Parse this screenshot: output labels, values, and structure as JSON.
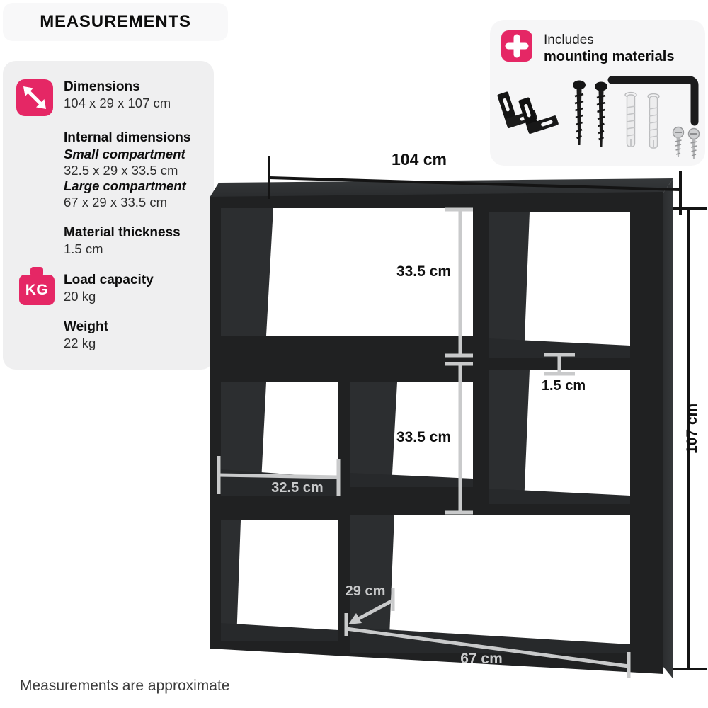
{
  "header": {
    "title": "MEASUREMENTS"
  },
  "sidebar": {
    "dimensions": {
      "label": "Dimensions",
      "value": "104 x 29 x 107 cm"
    },
    "internal": {
      "label": "Internal dimensions",
      "small_label": "Small compartment",
      "small_value": "32.5 x 29 x 33.5 cm",
      "large_label": "Large compartment",
      "large_value": "67 x 29 x 33.5 cm"
    },
    "material": {
      "label": "Material thickness",
      "value": "1.5 cm"
    },
    "load": {
      "label": "Load capacity",
      "value": "20 kg"
    },
    "weight": {
      "label": "Weight",
      "value": "22 kg"
    },
    "kg_icon_text": "KG"
  },
  "mounting": {
    "line1": "Includes",
    "line2": "mounting materials",
    "hardware_icons": [
      "corner-bracket",
      "corner-bracket",
      "screw",
      "screw",
      "wall-plug",
      "wall-plug",
      "allen-key",
      "small-screw",
      "small-screw"
    ]
  },
  "diagram": {
    "overall_width": "104 cm",
    "overall_height": "107 cm",
    "top_compartment_height": "33.5 cm",
    "middle_compartment_height": "33.5 cm",
    "material_thickness": "1.5 cm",
    "small_compartment_width": "32.5 cm",
    "depth": "29 cm",
    "large_compartment_width": "67 cm"
  },
  "footer": {
    "note": "Measurements are approximate"
  },
  "colors": {
    "accent": "#e52765",
    "shelf_front": "#202122",
    "measure_gray": "#c9cacb",
    "panel_gray": "#efeff0"
  }
}
